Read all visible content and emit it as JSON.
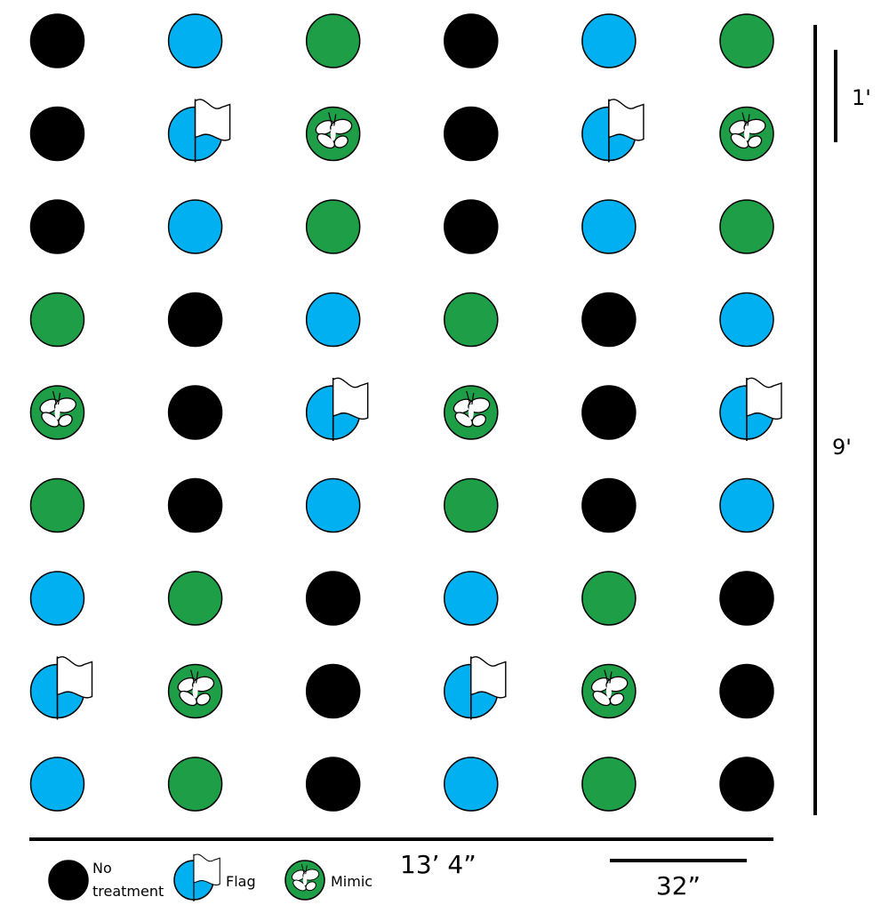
{
  "colors": {
    "no_treatment": "#000000",
    "flag": "#00b0f0",
    "mimic": "#1e9e46",
    "outline": "#000000"
  },
  "plot_layout": {
    "rows": 9,
    "columns": 6,
    "grid": [
      [
        "none",
        "flag",
        "mimic",
        "none",
        "flag",
        "mimic"
      ],
      [
        "none",
        "flag-marked",
        "mimic-marked",
        "none",
        "flag-marked",
        "mimic-marked"
      ],
      [
        "none",
        "flag",
        "mimic",
        "none",
        "flag",
        "mimic"
      ],
      [
        "mimic",
        "none",
        "flag",
        "mimic",
        "none",
        "flag"
      ],
      [
        "mimic-marked",
        "none",
        "flag-marked",
        "mimic-marked",
        "none",
        "flag-marked"
      ],
      [
        "mimic",
        "none",
        "flag",
        "mimic",
        "none",
        "flag"
      ],
      [
        "flag",
        "mimic",
        "none",
        "flag",
        "mimic",
        "none"
      ],
      [
        "flag-marked",
        "mimic-marked",
        "none",
        "flag-marked",
        "mimic-marked",
        "none"
      ],
      [
        "flag",
        "mimic",
        "none",
        "flag",
        "mimic",
        "none"
      ]
    ]
  },
  "dimensions": {
    "row_scale_label": "1'",
    "height_label": "9'",
    "width_label": "13’ 4”",
    "spacing_label": "32”"
  },
  "legend": {
    "no_treatment_label_line1": "No",
    "no_treatment_label_line2": "treatment",
    "flag_label": "Flag",
    "mimic_label": "Mimic"
  }
}
